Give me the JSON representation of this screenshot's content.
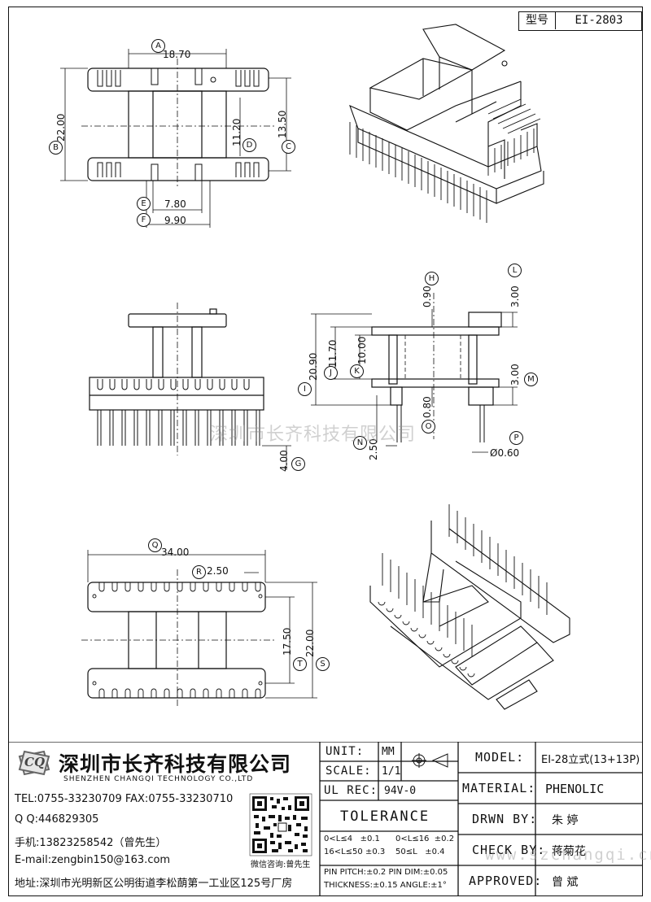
{
  "header": {
    "model_label": "型号",
    "model_value": "EI-2803"
  },
  "dims": {
    "A": "A",
    "dA": "18.70",
    "B": "B",
    "dB": "22.00",
    "C": "C",
    "dC": "13.50",
    "D": "D",
    "dD": "11.20",
    "E": "E",
    "dE": "7.80",
    "F": "F",
    "dF": "9.90",
    "G": "G",
    "dG": "4.00",
    "H": "H",
    "dH": "0.90",
    "I": "I",
    "dI": "20.90",
    "J": "J",
    "dJ": "11.70",
    "K": "K",
    "dK": "10.00",
    "L": "L",
    "dL": "3.00",
    "M": "M",
    "dM": "3.00",
    "N": "N",
    "dN": "2.50",
    "O": "O",
    "dO": "0.80",
    "P": "P",
    "dP": "Ø0.60",
    "Q": "Q",
    "dQ": "34.00",
    "R": "R",
    "dR": "2.50",
    "S": "S",
    "dS": "22.00",
    "T": "T",
    "dT": "17.50"
  },
  "watermark": "深圳市长齐科技有限公司",
  "company": {
    "name_cn": "深圳市长齐科技有限公司",
    "name_en": "SHENZHEN CHANGQI TECHNOLOGY CO.,LTD",
    "tel": "TEL:0755-33230709 FAX:0755-33230710",
    "qq": "Q Q:446829305",
    "mobile": "手机:13823258542（曾先生）",
    "email": "E-mail:zengbin150@163.com",
    "address": "地址:深圳市光明新区公明街道李松蓢第一工业区125号厂房",
    "wechat": "微信咨询:曾先生",
    "logo_text": "CQ"
  },
  "spec": {
    "unit_label": "UNIT:",
    "unit_value": "MM",
    "scale_label": "SCALE:",
    "scale_value": "1/1",
    "ulrec_label": "UL REC:",
    "ulrec_value": "94V-0",
    "tolerance_label": "TOLERANCE",
    "tol_row1a": "0<L≤4   ±0.1",
    "tol_row1b": "0<L≤16  ±0.2",
    "tol_row2a": "16<L≤50 ±0.3",
    "tol_row2b": "50≤L   ±0.4",
    "tol_row3": "PIN PITCH:±0.2 PIN  DIM:±0.05",
    "tol_row4": "THICKNESS:±0.15   ANGLE:±1°"
  },
  "titleblock": {
    "model_label": "MODEL:",
    "model_value": "EI-28立式(13+13P)",
    "material_label": "MATERIAL:",
    "material_value": "PHENOLIC",
    "drawn_label": "DRWN BY:",
    "drawn_value": "朱 婷",
    "check_label": "CHECK BY:",
    "check_value": "蒋菊花",
    "approved_label": "APPROVED:",
    "approved_value": "曾 斌",
    "site_watermark": "www.szchangqi.cn"
  }
}
